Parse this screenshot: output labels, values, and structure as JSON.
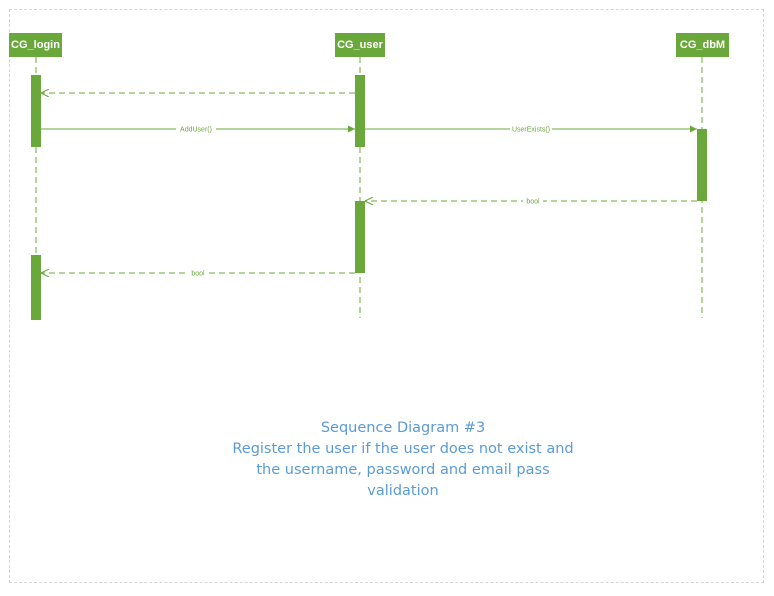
{
  "lifelines": [
    {
      "id": "login",
      "label": "CG_login"
    },
    {
      "id": "user",
      "label": "CG_user"
    },
    {
      "id": "dbm",
      "label": "CG_dbM"
    }
  ],
  "messages": [
    {
      "from": "user",
      "to": "login",
      "label": "",
      "style": "dashed"
    },
    {
      "from": "login",
      "to": "user",
      "label": "AddUser()",
      "style": "solid"
    },
    {
      "from": "user",
      "to": "dbm",
      "label": "UserExists()",
      "style": "solid"
    },
    {
      "from": "dbm",
      "to": "user",
      "label": "bool",
      "style": "dashed"
    },
    {
      "from": "user",
      "to": "login",
      "label": "bool",
      "style": "dashed"
    }
  ],
  "caption": {
    "line1": "Sequence Diagram #3",
    "line2": "Register the user if the user does not exist and",
    "line3": "the username, password and email pass",
    "line4": "validation"
  },
  "colors": {
    "lifeline": "#6aa83c",
    "caption": "#5b9bd5"
  }
}
